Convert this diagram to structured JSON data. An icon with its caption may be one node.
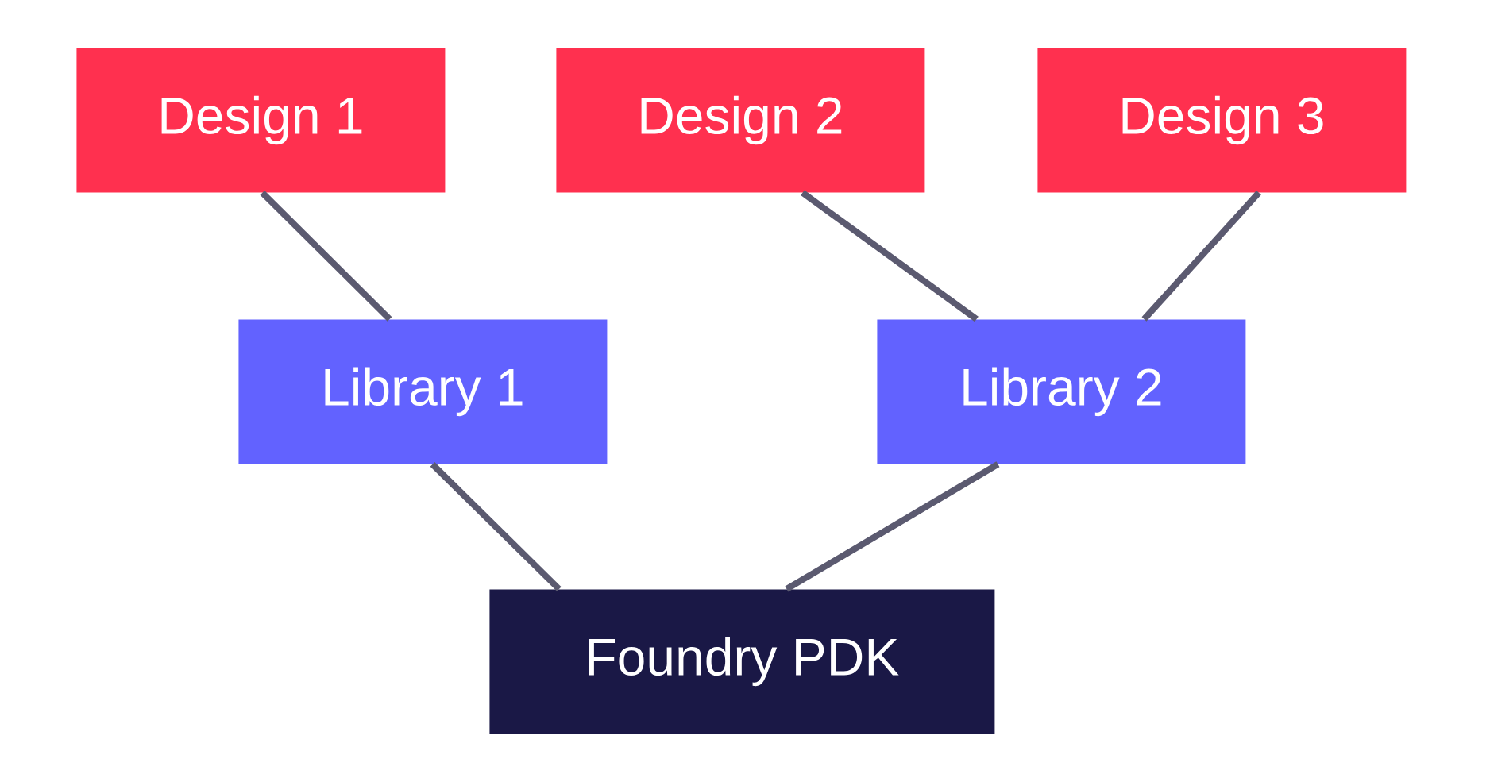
{
  "diagram": {
    "nodes": [
      {
        "text": [
          "Design 1"
        ]
      },
      {
        "text": [
          "Design 2"
        ]
      },
      {
        "text": [
          "Design 3"
        ]
      },
      {
        "text": [
          "Library 1"
        ]
      },
      {
        "text": [
          "Library 2"
        ]
      },
      {
        "text": [
          "Foundry PDK"
        ]
      }
    ],
    "edges": [
      {
        "from": 0,
        "to": 3,
        "arrow": "none"
      },
      {
        "from": 1,
        "to": 4,
        "arrow": "none"
      },
      {
        "from": 2,
        "to": 4,
        "arrow": "none"
      },
      {
        "from": 3,
        "to": 5,
        "arrow": "none"
      },
      {
        "from": 4,
        "to": 5,
        "arrow": "none"
      }
    ]
  }
}
